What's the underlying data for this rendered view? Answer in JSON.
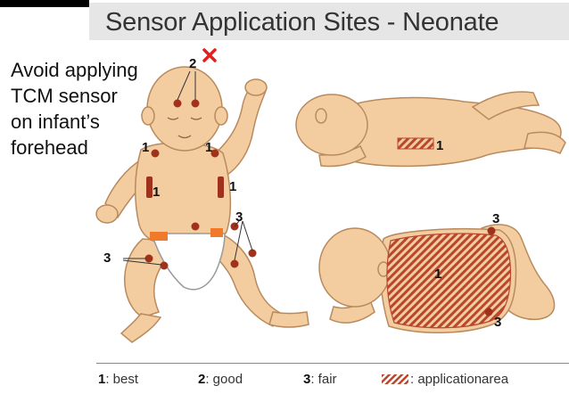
{
  "header": {
    "title": "Sensor Application Sites - Neonate"
  },
  "note": {
    "lines": [
      "Avoid applying",
      "TCM sensor",
      "on infant’s",
      "forehead"
    ]
  },
  "markers": {
    "forehead": "2",
    "chest_left": "1",
    "chest_right": "1",
    "side_left": "1",
    "side_right": "1",
    "thigh_left": "3",
    "thigh_right": "3",
    "side_view": "1",
    "back_center": "1",
    "back_upper": "3",
    "back_lower": "3"
  },
  "legend": {
    "best_num": "1",
    "best_label": ": best",
    "good_num": "2",
    "good_label": ": good",
    "fair_num": "3",
    "fair_label": ": fair",
    "area_label": ": applicationarea"
  },
  "colors": {
    "skin": "#f3cda0",
    "skin_outline": "#b88a5e",
    "site_dot": "#a0321c",
    "hatch": "#b8472e",
    "avoid_x": "#e21f1f",
    "diaper_tab": "#f07a2a",
    "title_band": "#e6e6e6"
  }
}
